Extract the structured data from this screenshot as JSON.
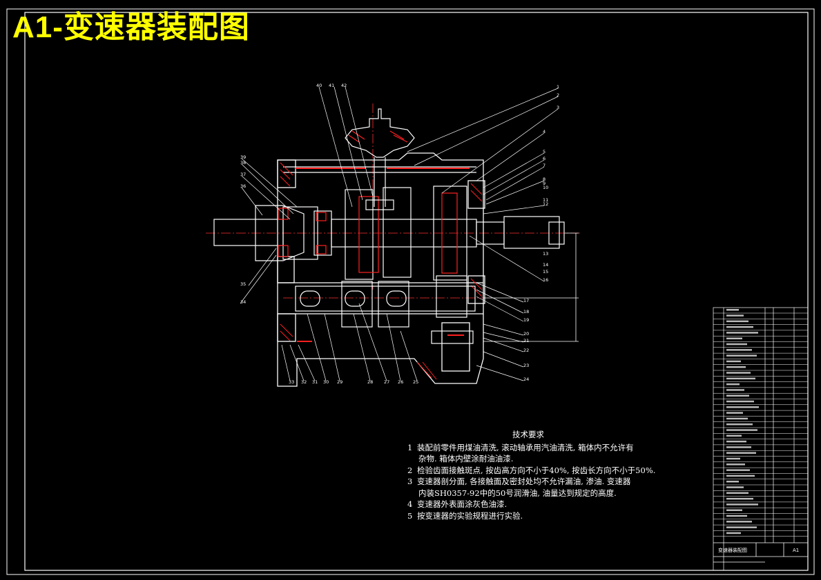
{
  "title": "A1-变速器装配图",
  "tech_requirements": {
    "heading": "技术要求",
    "items": [
      {
        "num": "1",
        "lines": [
          "装配前零件用煤油清洗, 滚动轴承用汽油清洗, 箱体内不允许有",
          "杂物. 箱体内壁涂耐油油漆."
        ]
      },
      {
        "num": "2",
        "lines": [
          "检验齿面接触斑点, 按齿高方向不小于40%, 按齿长方向不小于50%."
        ]
      },
      {
        "num": "3",
        "lines": [
          "变速器剖分面, 各接触面及密封处均不允许漏油, 渗油. 变速器",
          "内装SH0357-92中的50号润滑油, 油量达到规定的高度."
        ]
      },
      {
        "num": "4",
        "lines": [
          "变速器外表面涂灰色油漆."
        ]
      },
      {
        "num": "5",
        "lines": [
          "按变速器的实验规程进行实验."
        ]
      }
    ]
  },
  "balloons": {
    "top": [
      "40",
      "41",
      "42"
    ],
    "right": [
      "1",
      "2",
      "3",
      "4",
      "5",
      "6",
      "7",
      "8",
      "9",
      "10",
      "11",
      "12",
      "13",
      "14",
      "15",
      "16",
      "17",
      "18",
      "19",
      "20",
      "21",
      "22",
      "23",
      "24"
    ],
    "left": [
      "39",
      "38",
      "37",
      "36",
      "35",
      "34"
    ],
    "bottom": [
      "33",
      "32",
      "31",
      "30",
      "29",
      "28",
      "27",
      "26",
      "25"
    ]
  },
  "title_block": {
    "drawing_name": "变速器装配图",
    "sheet_size": "A1"
  },
  "colors": {
    "background": "#000000",
    "lines": "#ffffff",
    "title": "#ffff00",
    "section": "#ff2020",
    "centerline": "#ff3030"
  }
}
